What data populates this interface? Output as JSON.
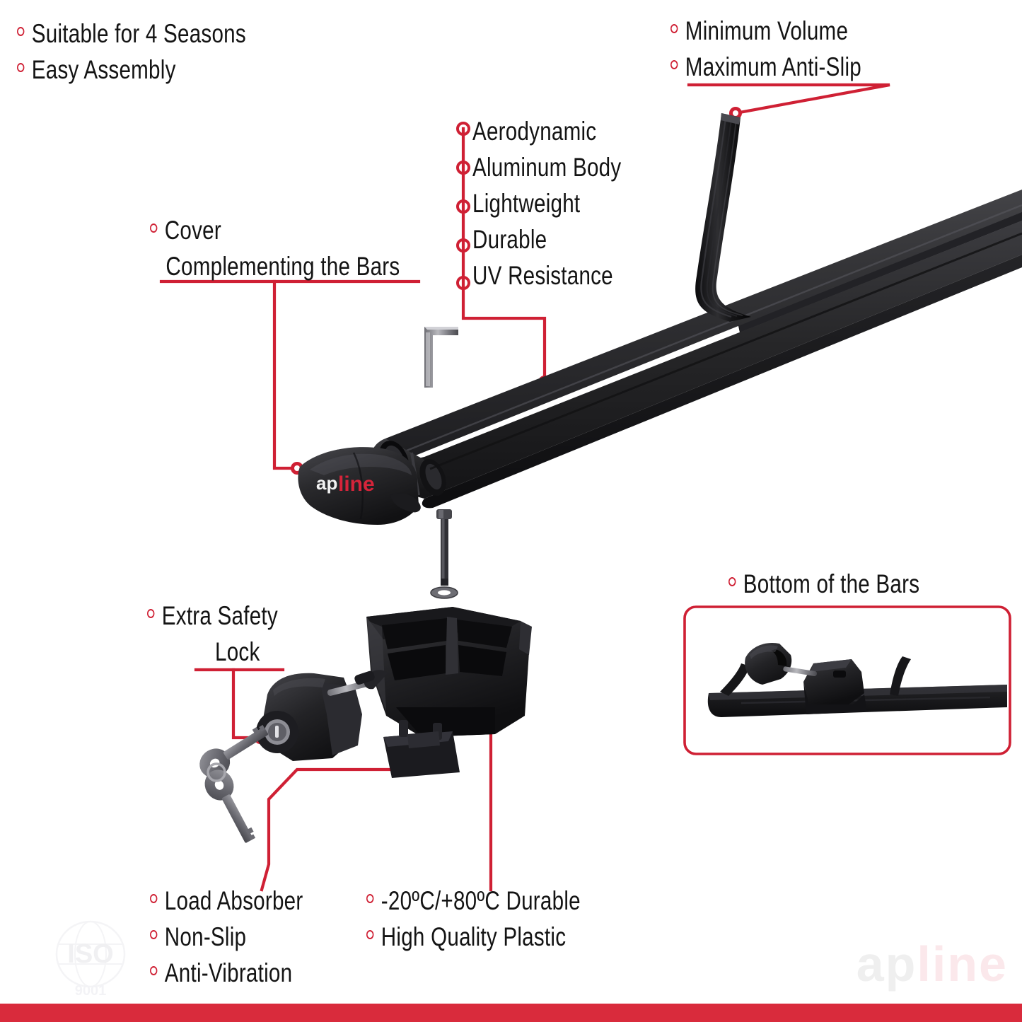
{
  "brand": {
    "name": "apline",
    "name_part_1": "ap",
    "name_part_2": "line",
    "logo_on_cover_part_1": "ap",
    "logo_on_cover_part_2": "line",
    "certification": "ISO",
    "certification_number": "9001"
  },
  "colors": {
    "accent_red": "#cf2034",
    "footer_red": "#d92b3c",
    "text_dark": "#141414",
    "product_black": "#1b1b1d"
  },
  "callouts": {
    "top_left": {
      "items": [
        "Suitable for 4 Seasons",
        "Easy Assembly"
      ]
    },
    "top_right": {
      "items": [
        "Minimum Volume",
        "Maximum Anti-Slip"
      ]
    },
    "cover": {
      "items": [
        "Cover",
        "Complementing the Bars"
      ]
    },
    "bar_body": {
      "items": [
        "Aerodynamic",
        "Aluminum Body",
        "Lightweight",
        "Durable",
        "UV Resistance"
      ]
    },
    "safety_lock": {
      "items": [
        "Extra Safety",
        "Lock"
      ]
    },
    "bottom_of_bars": {
      "items": [
        "Bottom of the Bars"
      ]
    },
    "load_absorber": {
      "items": [
        "Load Absorber",
        "Non-Slip",
        "Anti-Vibration"
      ]
    },
    "plastic_spec": {
      "items": [
        "-20ºC/+80ºC Durable",
        "High Quality Plastic"
      ]
    }
  },
  "parts": {
    "rubber_strip": "rubber-anti-slip-strip",
    "main_bar": "aluminum-crossbar",
    "allen_key": "allen-key-tool",
    "end_cover": "end-cover-cap",
    "bolt": "mounting-bolt",
    "washer": "washer",
    "lock_cylinder": "safety-lock-cylinder",
    "keys": "lock-keys",
    "foot_mount": "plastic-foot-mount",
    "load_pad": "load-absorber-pad",
    "bottom_view": "bottom-of-bar-assembly-view"
  }
}
